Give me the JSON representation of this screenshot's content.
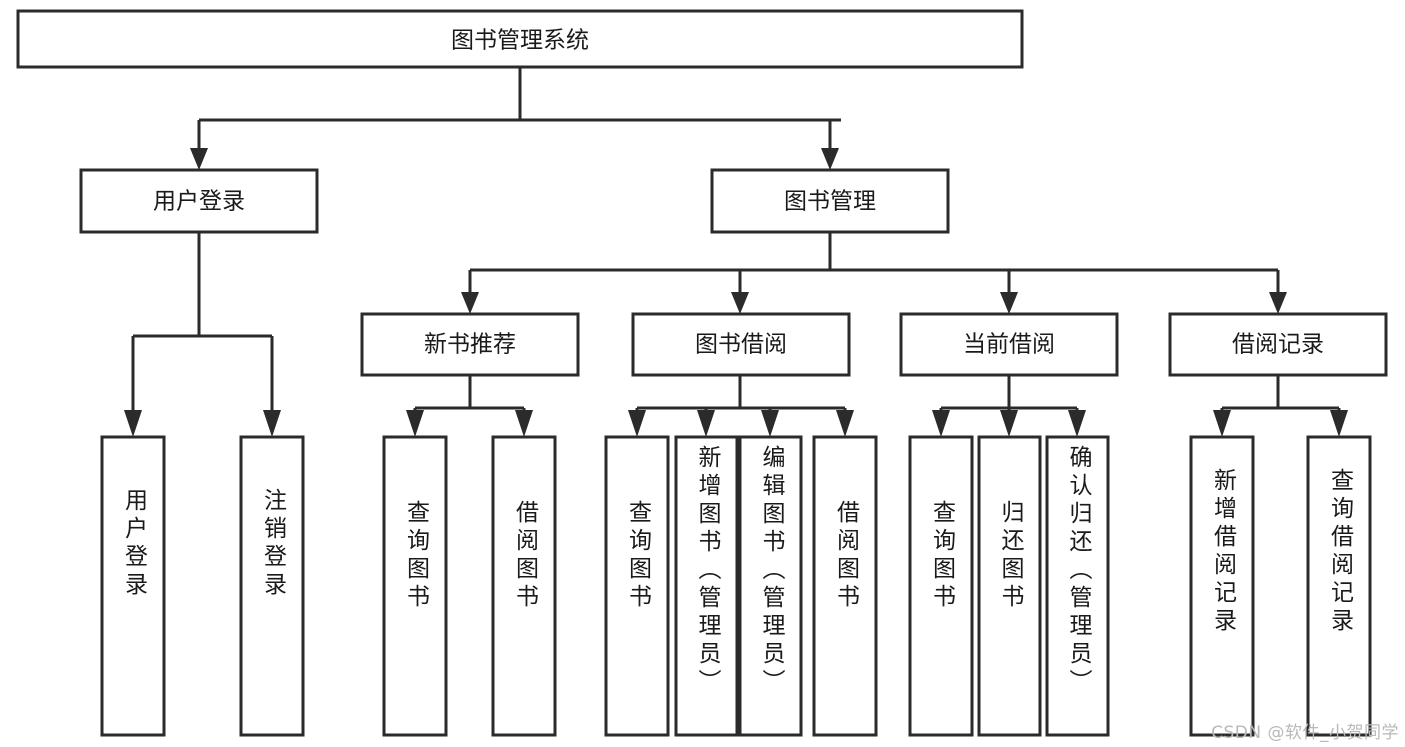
{
  "diagram": {
    "type": "tree-hierarchy",
    "title": "图书管理系统",
    "background_color": "#ffffff",
    "line_color": "#2b2b2b",
    "text_color": "#1a1a1a",
    "root": {
      "id": "root",
      "label": "图书管理系统",
      "orientation": "horizontal"
    },
    "level2": [
      {
        "id": "user-login",
        "label": "用户登录",
        "orientation": "horizontal"
      },
      {
        "id": "book-manage",
        "label": "图书管理",
        "orientation": "horizontal"
      }
    ],
    "level3": [
      {
        "id": "new-book-recommend",
        "label": "新书推荐",
        "orientation": "horizontal",
        "parent": "book-manage"
      },
      {
        "id": "book-borrow",
        "label": "图书借阅",
        "orientation": "horizontal",
        "parent": "book-manage"
      },
      {
        "id": "current-borrow",
        "label": "当前借阅",
        "orientation": "horizontal",
        "parent": "book-manage"
      },
      {
        "id": "borrow-record",
        "label": "借阅记录",
        "orientation": "horizontal",
        "parent": "book-manage"
      }
    ],
    "leaves": [
      {
        "id": "leaf-user-login",
        "label": "用户登录",
        "orientation": "vertical",
        "parent": "user-login"
      },
      {
        "id": "leaf-user-logout",
        "label": "注销登录",
        "orientation": "vertical",
        "parent": "user-login"
      },
      {
        "id": "leaf-query-book-1",
        "label": "查询图书",
        "orientation": "vertical",
        "parent": "new-book-recommend"
      },
      {
        "id": "leaf-borrow-book-1",
        "label": "借阅图书",
        "orientation": "vertical",
        "parent": "new-book-recommend"
      },
      {
        "id": "leaf-query-book-2",
        "label": "查询图书",
        "orientation": "vertical",
        "parent": "book-borrow"
      },
      {
        "id": "leaf-add-book",
        "label": "新增图书（管理员）",
        "orientation": "vertical",
        "parent": "book-borrow"
      },
      {
        "id": "leaf-edit-book",
        "label": "编辑图书（管理员）",
        "orientation": "vertical",
        "parent": "book-borrow"
      },
      {
        "id": "leaf-borrow-book-2",
        "label": "借阅图书",
        "orientation": "vertical",
        "parent": "book-borrow"
      },
      {
        "id": "leaf-query-book-3",
        "label": "查询图书",
        "orientation": "vertical",
        "parent": "current-borrow"
      },
      {
        "id": "leaf-return-book",
        "label": "归还图书",
        "orientation": "vertical",
        "parent": "current-borrow"
      },
      {
        "id": "leaf-confirm-return",
        "label": "确认归还（管理员）",
        "orientation": "vertical",
        "parent": "current-borrow"
      },
      {
        "id": "leaf-add-record",
        "label": "新增借阅记录",
        "orientation": "vertical",
        "parent": "borrow-record"
      },
      {
        "id": "leaf-query-record",
        "label": "查询借阅记录",
        "orientation": "vertical",
        "parent": "borrow-record"
      }
    ]
  },
  "watermark": {
    "text": "CSDN @软件_小贺同学"
  }
}
